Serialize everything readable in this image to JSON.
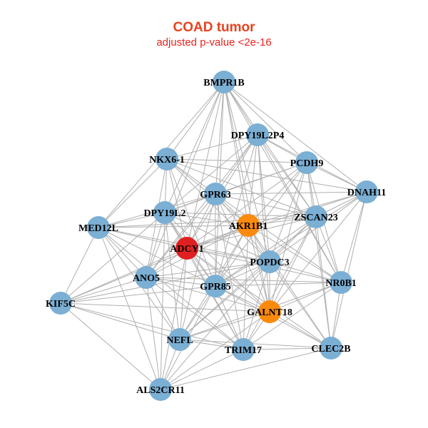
{
  "title": "COAD tumor",
  "subtitle": "adjusted p-value <2e-16",
  "colors": {
    "title": "#e8431f",
    "subtitle": "#e8231f",
    "edge": "#b0b0b0",
    "default_node": "#7bafd4",
    "highlight_red": "#e02020",
    "highlight_orange": "#fc8a0c"
  },
  "nodes": [
    {
      "id": "BMPR1B",
      "label": "BMPR1B",
      "color": "#7bafd4"
    },
    {
      "id": "DPY19L2P4",
      "label": "DPY19L2P4",
      "color": "#7bafd4"
    },
    {
      "id": "NKX6-1",
      "label": "NKX6-1",
      "color": "#7bafd4"
    },
    {
      "id": "PCDH9",
      "label": "PCDH9",
      "color": "#7bafd4"
    },
    {
      "id": "DNAH11",
      "label": "DNAH11",
      "color": "#7bafd4"
    },
    {
      "id": "GPR63",
      "label": "GPR63",
      "color": "#7bafd4"
    },
    {
      "id": "ZSCAN23",
      "label": "ZSCAN23",
      "color": "#7bafd4"
    },
    {
      "id": "DPY19L2",
      "label": "DPY19L2",
      "color": "#7bafd4"
    },
    {
      "id": "AKR1B1",
      "label": "AKR1B1",
      "color": "#fc8a0c"
    },
    {
      "id": "MED12L",
      "label": "MED12L",
      "color": "#7bafd4"
    },
    {
      "id": "ADCY1",
      "label": "ADCY1",
      "color": "#e02020"
    },
    {
      "id": "POPDC3",
      "label": "POPDC3",
      "color": "#7bafd4"
    },
    {
      "id": "ANO5",
      "label": "ANO5",
      "color": "#7bafd4"
    },
    {
      "id": "GPR85",
      "label": "GPR85",
      "color": "#7bafd4"
    },
    {
      "id": "NR0B1",
      "label": "NR0B1",
      "color": "#7bafd4"
    },
    {
      "id": "KIF5C",
      "label": "KIF5C",
      "color": "#7bafd4"
    },
    {
      "id": "GALNT18",
      "label": "GALNT18",
      "color": "#fc8a0c"
    },
    {
      "id": "NEFL",
      "label": "NEFL",
      "color": "#7bafd4"
    },
    {
      "id": "TRIM17",
      "label": "TRIM17",
      "color": "#7bafd4"
    },
    {
      "id": "CLEC2B",
      "label": "CLEC2B",
      "color": "#7bafd4"
    },
    {
      "id": "ALS2CR11",
      "label": "ALS2CR11",
      "color": "#7bafd4"
    }
  ],
  "edges": [
    [
      "BMPR1B",
      "DPY19L2P4"
    ],
    [
      "BMPR1B",
      "NKX6-1"
    ],
    [
      "BMPR1B",
      "PCDH9"
    ],
    [
      "BMPR1B",
      "DNAH11"
    ],
    [
      "BMPR1B",
      "GPR63"
    ],
    [
      "BMPR1B",
      "ZSCAN23"
    ],
    [
      "BMPR1B",
      "DPY19L2"
    ],
    [
      "BMPR1B",
      "AKR1B1"
    ],
    [
      "BMPR1B",
      "ADCY1"
    ],
    [
      "BMPR1B",
      "POPDC3"
    ],
    [
      "BMPR1B",
      "GPR85"
    ],
    [
      "BMPR1B",
      "NR0B1"
    ],
    [
      "BMPR1B",
      "MED12L"
    ],
    [
      "BMPR1B",
      "GALNT18"
    ],
    [
      "BMPR1B",
      "ANO5"
    ],
    [
      "DPY19L2P4",
      "NKX6-1"
    ],
    [
      "DPY19L2P4",
      "PCDH9"
    ],
    [
      "DPY19L2P4",
      "DNAH11"
    ],
    [
      "DPY19L2P4",
      "GPR63"
    ],
    [
      "DPY19L2P4",
      "ZSCAN23"
    ],
    [
      "DPY19L2P4",
      "DPY19L2"
    ],
    [
      "DPY19L2P4",
      "AKR1B1"
    ],
    [
      "DPY19L2P4",
      "ADCY1"
    ],
    [
      "DPY19L2P4",
      "POPDC3"
    ],
    [
      "DPY19L2P4",
      "GPR85"
    ],
    [
      "DPY19L2P4",
      "NR0B1"
    ],
    [
      "DPY19L2P4",
      "ANO5"
    ],
    [
      "DPY19L2P4",
      "GALNT18"
    ],
    [
      "NKX6-1",
      "PCDH9"
    ],
    [
      "NKX6-1",
      "GPR63"
    ],
    [
      "NKX6-1",
      "ZSCAN23"
    ],
    [
      "NKX6-1",
      "DPY19L2"
    ],
    [
      "NKX6-1",
      "AKR1B1"
    ],
    [
      "NKX6-1",
      "MED12L"
    ],
    [
      "NKX6-1",
      "ADCY1"
    ],
    [
      "NKX6-1",
      "ANO5"
    ],
    [
      "NKX6-1",
      "GPR85"
    ],
    [
      "NKX6-1",
      "POPDC3"
    ],
    [
      "NKX6-1",
      "DNAH11"
    ],
    [
      "PCDH9",
      "DNAH11"
    ],
    [
      "PCDH9",
      "GPR63"
    ],
    [
      "PCDH9",
      "ZSCAN23"
    ],
    [
      "PCDH9",
      "AKR1B1"
    ],
    [
      "PCDH9",
      "ADCY1"
    ],
    [
      "PCDH9",
      "POPDC3"
    ],
    [
      "PCDH9",
      "NR0B1"
    ],
    [
      "PCDH9",
      "GPR85"
    ],
    [
      "PCDH9",
      "GALNT18"
    ],
    [
      "PCDH9",
      "DPY19L2"
    ],
    [
      "PCDH9",
      "CLEC2B"
    ],
    [
      "DNAH11",
      "GPR63"
    ],
    [
      "DNAH11",
      "ZSCAN23"
    ],
    [
      "DNAH11",
      "AKR1B1"
    ],
    [
      "DNAH11",
      "POPDC3"
    ],
    [
      "DNAH11",
      "NR0B1"
    ],
    [
      "DNAH11",
      "GALNT18"
    ],
    [
      "DNAH11",
      "CLEC2B"
    ],
    [
      "DNAH11",
      "ADCY1"
    ],
    [
      "DNAH11",
      "GPR85"
    ],
    [
      "GPR63",
      "ZSCAN23"
    ],
    [
      "GPR63",
      "DPY19L2"
    ],
    [
      "GPR63",
      "AKR1B1"
    ],
    [
      "GPR63",
      "MED12L"
    ],
    [
      "GPR63",
      "ADCY1"
    ],
    [
      "GPR63",
      "POPDC3"
    ],
    [
      "GPR63",
      "ANO5"
    ],
    [
      "GPR63",
      "GPR85"
    ],
    [
      "GPR63",
      "NR0B1"
    ],
    [
      "GPR63",
      "GALNT18"
    ],
    [
      "GPR63",
      "NEFL"
    ],
    [
      "GPR63",
      "TRIM17"
    ],
    [
      "ZSCAN23",
      "DPY19L2"
    ],
    [
      "ZSCAN23",
      "AKR1B1"
    ],
    [
      "ZSCAN23",
      "ADCY1"
    ],
    [
      "ZSCAN23",
      "POPDC3"
    ],
    [
      "ZSCAN23",
      "GPR85"
    ],
    [
      "ZSCAN23",
      "NR0B1"
    ],
    [
      "ZSCAN23",
      "GALNT18"
    ],
    [
      "ZSCAN23",
      "CLEC2B"
    ],
    [
      "ZSCAN23",
      "TRIM17"
    ],
    [
      "ZSCAN23",
      "MED12L"
    ],
    [
      "ZSCAN23",
      "NEFL"
    ],
    [
      "DPY19L2",
      "AKR1B1"
    ],
    [
      "DPY19L2",
      "MED12L"
    ],
    [
      "DPY19L2",
      "ADCY1"
    ],
    [
      "DPY19L2",
      "POPDC3"
    ],
    [
      "DPY19L2",
      "ANO5"
    ],
    [
      "DPY19L2",
      "GPR85"
    ],
    [
      "DPY19L2",
      "KIF5C"
    ],
    [
      "DPY19L2",
      "NEFL"
    ],
    [
      "DPY19L2",
      "TRIM17"
    ],
    [
      "DPY19L2",
      "GALNT18"
    ],
    [
      "DPY19L2",
      "ALS2CR11"
    ],
    [
      "AKR1B1",
      "MED12L"
    ],
    [
      "AKR1B1",
      "ADCY1"
    ],
    [
      "AKR1B1",
      "POPDC3"
    ],
    [
      "AKR1B1",
      "ANO5"
    ],
    [
      "AKR1B1",
      "GPR85"
    ],
    [
      "AKR1B1",
      "NR0B1"
    ],
    [
      "AKR1B1",
      "GALNT18"
    ],
    [
      "AKR1B1",
      "NEFL"
    ],
    [
      "AKR1B1",
      "TRIM17"
    ],
    [
      "AKR1B1",
      "CLEC2B"
    ],
    [
      "AKR1B1",
      "KIF5C"
    ],
    [
      "MED12L",
      "ADCY1"
    ],
    [
      "MED12L",
      "ANO5"
    ],
    [
      "MED12L",
      "KIF5C"
    ],
    [
      "MED12L",
      "GPR85"
    ],
    [
      "MED12L",
      "NEFL"
    ],
    [
      "MED12L",
      "TRIM17"
    ],
    [
      "MED12L",
      "ALS2CR11"
    ],
    [
      "MED12L",
      "POPDC3"
    ],
    [
      "ADCY1",
      "POPDC3"
    ],
    [
      "ADCY1",
      "ANO5"
    ],
    [
      "ADCY1",
      "GPR85"
    ],
    [
      "ADCY1",
      "NR0B1"
    ],
    [
      "ADCY1",
      "KIF5C"
    ],
    [
      "ADCY1",
      "GALNT18"
    ],
    [
      "ADCY1",
      "NEFL"
    ],
    [
      "ADCY1",
      "TRIM17"
    ],
    [
      "ADCY1",
      "CLEC2B"
    ],
    [
      "ADCY1",
      "ALS2CR11"
    ],
    [
      "POPDC3",
      "ANO5"
    ],
    [
      "POPDC3",
      "GPR85"
    ],
    [
      "POPDC3",
      "NR0B1"
    ],
    [
      "POPDC3",
      "GALNT18"
    ],
    [
      "POPDC3",
      "NEFL"
    ],
    [
      "POPDC3",
      "TRIM17"
    ],
    [
      "POPDC3",
      "CLEC2B"
    ],
    [
      "POPDC3",
      "ALS2CR11"
    ],
    [
      "POPDC3",
      "KIF5C"
    ],
    [
      "ANO5",
      "GPR85"
    ],
    [
      "ANO5",
      "KIF5C"
    ],
    [
      "ANO5",
      "NEFL"
    ],
    [
      "ANO5",
      "TRIM17"
    ],
    [
      "ANO5",
      "ALS2CR11"
    ],
    [
      "ANO5",
      "GALNT18"
    ],
    [
      "ANO5",
      "NR0B1"
    ],
    [
      "GPR85",
      "NR0B1"
    ],
    [
      "GPR85",
      "KIF5C"
    ],
    [
      "GPR85",
      "GALNT18"
    ],
    [
      "GPR85",
      "NEFL"
    ],
    [
      "GPR85",
      "TRIM17"
    ],
    [
      "GPR85",
      "CLEC2B"
    ],
    [
      "GPR85",
      "ALS2CR11"
    ],
    [
      "NR0B1",
      "GALNT18"
    ],
    [
      "NR0B1",
      "CLEC2B"
    ],
    [
      "NR0B1",
      "TRIM17"
    ],
    [
      "NR0B1",
      "NEFL"
    ],
    [
      "KIF5C",
      "NEFL"
    ],
    [
      "KIF5C",
      "ALS2CR11"
    ],
    [
      "KIF5C",
      "TRIM17"
    ],
    [
      "KIF5C",
      "GALNT18"
    ],
    [
      "GALNT18",
      "NEFL"
    ],
    [
      "GALNT18",
      "TRIM17"
    ],
    [
      "GALNT18",
      "CLEC2B"
    ],
    [
      "GALNT18",
      "ALS2CR11"
    ],
    [
      "NEFL",
      "TRIM17"
    ],
    [
      "NEFL",
      "ALS2CR11"
    ],
    [
      "NEFL",
      "CLEC2B"
    ],
    [
      "TRIM17",
      "CLEC2B"
    ],
    [
      "TRIM17",
      "ALS2CR11"
    ],
    [
      "CLEC2B",
      "ALS2CR11"
    ]
  ]
}
